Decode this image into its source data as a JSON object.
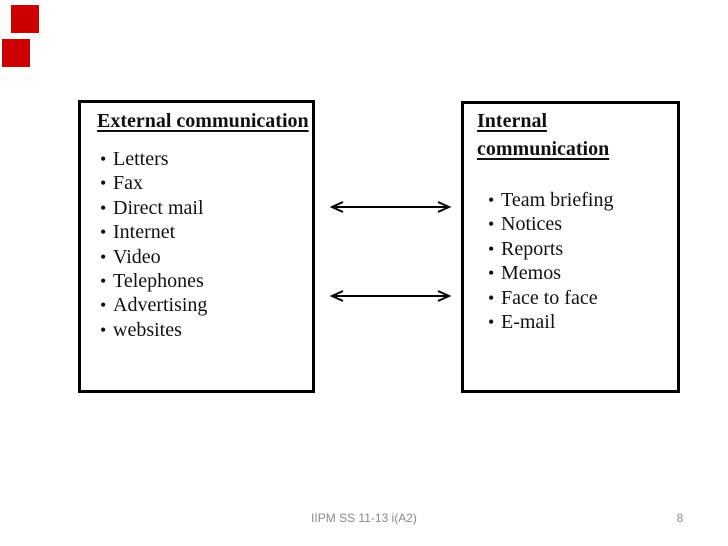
{
  "bullet_char": "•",
  "decor": {
    "squares_color": "#cc0000"
  },
  "boxes": {
    "external": {
      "title": "External communication",
      "items": [
        "Letters",
        "Fax",
        "Direct mail",
        "Internet",
        "Video",
        "Telephones",
        "Advertising",
        "websites"
      ]
    },
    "internal": {
      "title": "Internal communication",
      "items": [
        "Team briefing",
        "Notices",
        "Reports",
        "Memos",
        "Face to face",
        "E-mail"
      ]
    }
  },
  "footer": {
    "text": "IIPM SS 11-13 i(A2)",
    "page_number": "8"
  }
}
